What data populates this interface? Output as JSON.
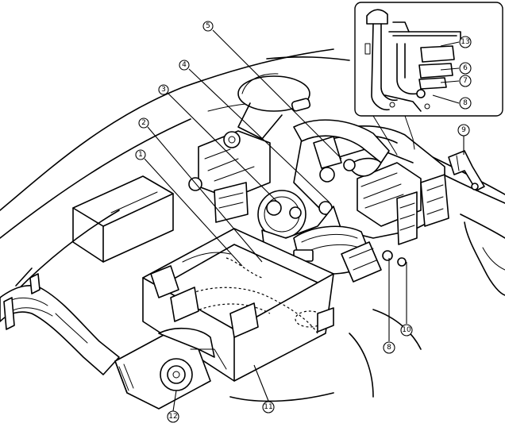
{
  "diagram": {
    "callouts": [
      {
        "id": "c1",
        "label": "1"
      },
      {
        "id": "c2",
        "label": "2"
      },
      {
        "id": "c3",
        "label": "3"
      },
      {
        "id": "c4",
        "label": "4"
      },
      {
        "id": "c5",
        "label": "5"
      },
      {
        "id": "c6",
        "label": "6"
      },
      {
        "id": "c7",
        "label": "7"
      },
      {
        "id": "c8a",
        "label": "8"
      },
      {
        "id": "c8b",
        "label": "8"
      },
      {
        "id": "c9",
        "label": "9"
      },
      {
        "id": "c10",
        "label": "10"
      },
      {
        "id": "c11",
        "label": "11"
      },
      {
        "id": "c12",
        "label": "12"
      },
      {
        "id": "c13",
        "label": "13"
      }
    ]
  }
}
